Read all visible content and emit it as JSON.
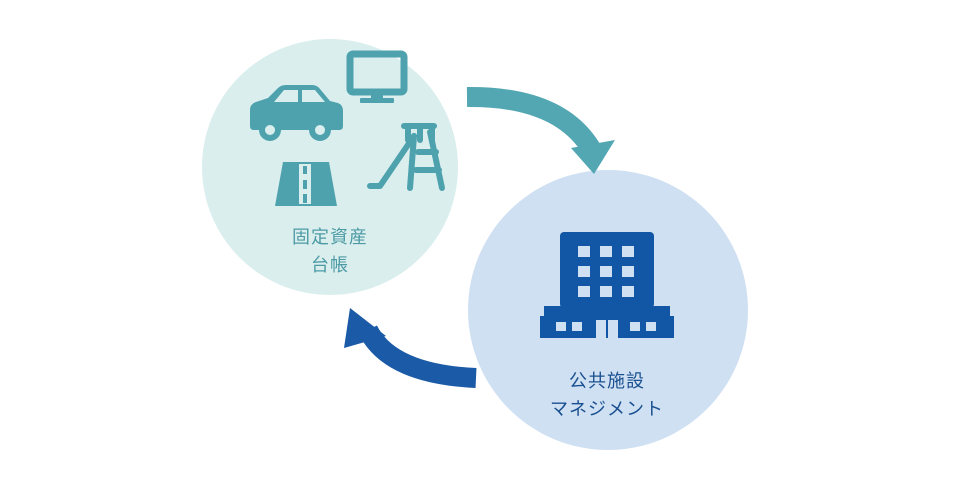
{
  "colors": {
    "left_circle": "#daeeee",
    "right_circle": "#cfe0f3",
    "teal_icon": "#4ea2ad",
    "teal_text": "#4c9ba4",
    "navy": "#1257a5",
    "navy_text": "#1a4f8f",
    "teal_arrow": "#52a7b3",
    "navy_arrow": "#1a5aa6"
  },
  "left_node": {
    "line1": "固定資産",
    "line2": "台帳",
    "icons": [
      "car-icon",
      "monitor-icon",
      "road-icon",
      "slide-icon"
    ]
  },
  "right_node": {
    "line1": "公共施設",
    "line2": "マネジメント",
    "icons": [
      "building-icon"
    ]
  },
  "arrows": [
    {
      "from": "left_node",
      "to": "right_node"
    },
    {
      "from": "right_node",
      "to": "left_node"
    }
  ]
}
